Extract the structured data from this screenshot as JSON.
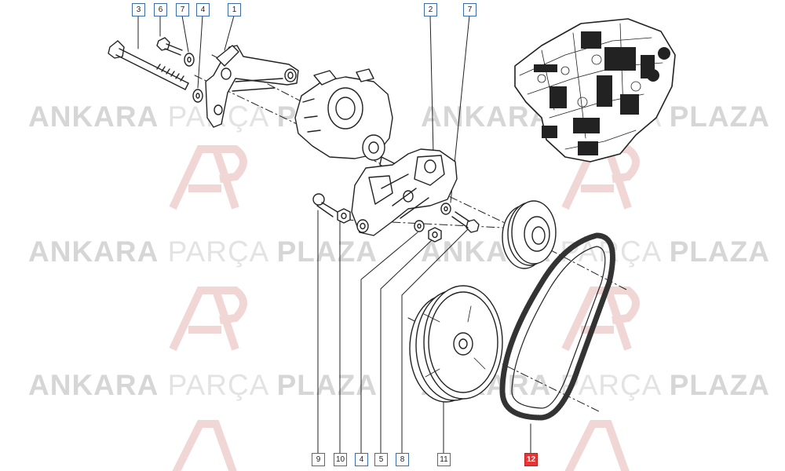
{
  "watermark": {
    "word1": "ANKARA",
    "word2": "PARÇA",
    "word3": "PLAZA",
    "logo": "AP-logo"
  },
  "callouts": {
    "c3": "3",
    "c6": "6",
    "c7a": "7",
    "c4a": "4",
    "c1": "1",
    "c2": "2",
    "c7b": "7",
    "c9": "9",
    "c10": "10",
    "c4b": "4",
    "c5": "5",
    "c8": "8",
    "c11": "11",
    "c12": "12"
  },
  "colors": {
    "callout_border": "#3a6ea8",
    "highlight": "#e53535",
    "watermark": "#e3e3e3",
    "line": "#222222"
  }
}
